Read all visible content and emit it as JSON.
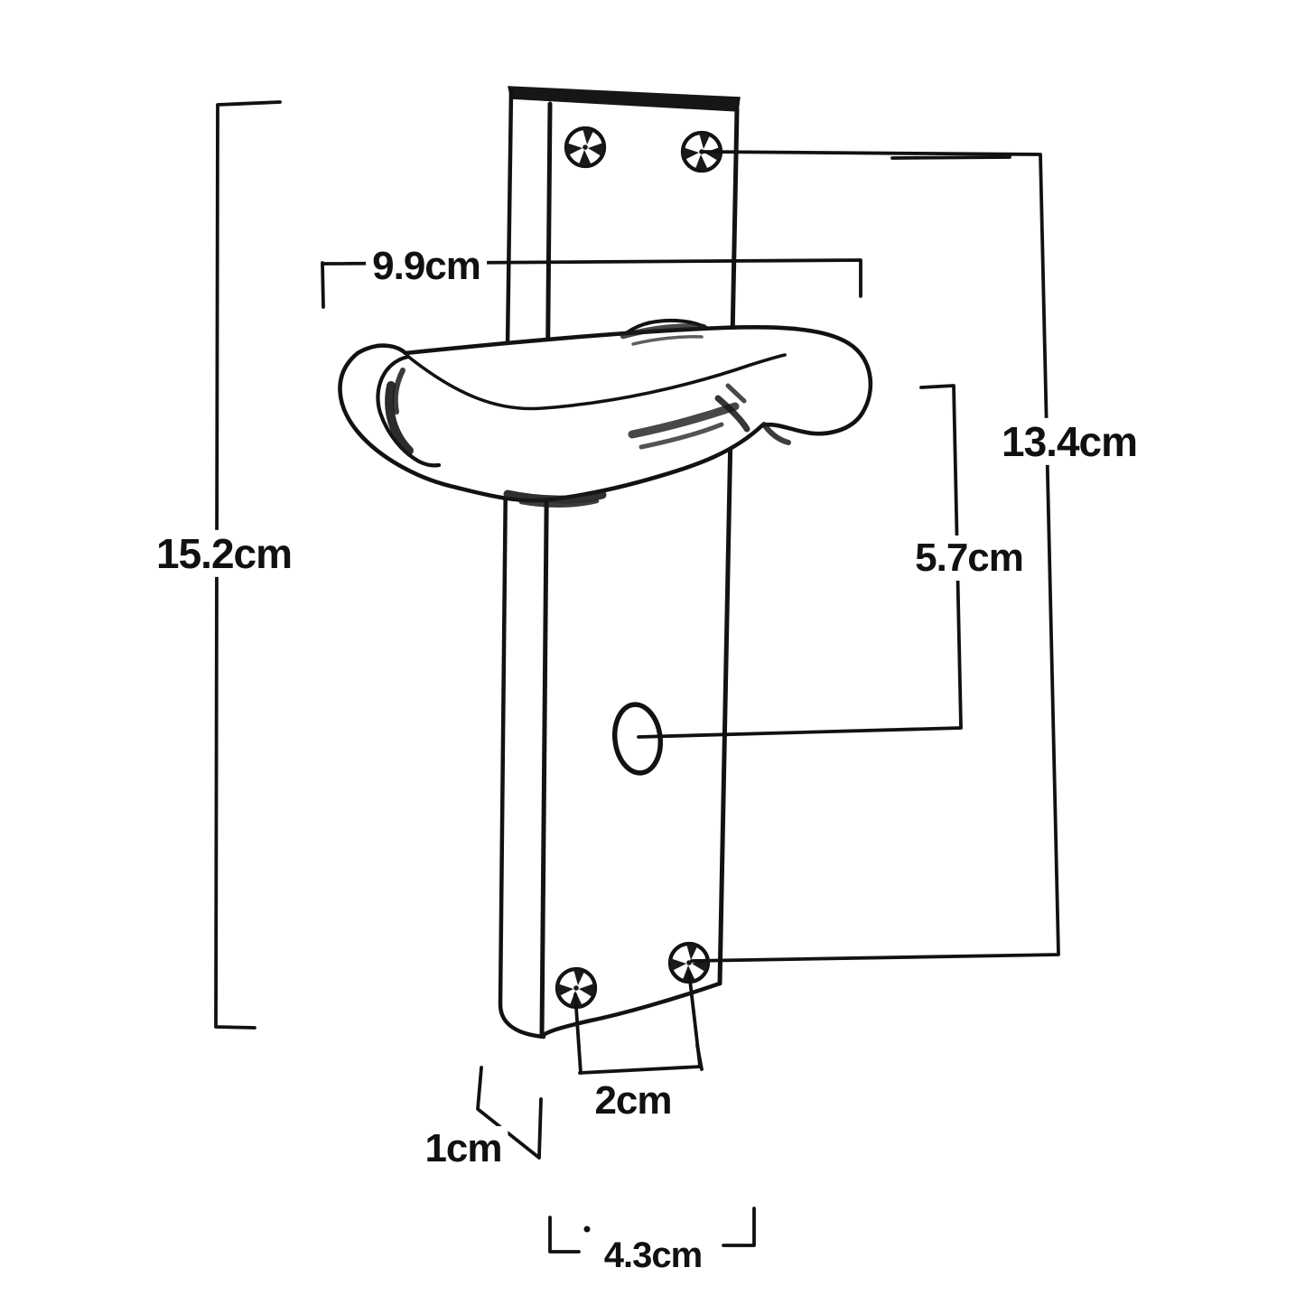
{
  "page": {
    "background_color": "#ffffff",
    "ink_color": "#121212"
  },
  "drawing": {
    "subject": "hand-drawn sketch of a lever door handle on a backplate with thumbturn hole and four screws",
    "unit": "cm"
  },
  "dimensions": {
    "plate_height": "15.2cm",
    "lever_width": "9.9cm",
    "screw_centres_height": "13.4cm",
    "thumbturn_height": "5.7cm",
    "bottom_screw_gap": "2cm",
    "plate_depth": "1cm",
    "plate_width": "4.3cm"
  }
}
